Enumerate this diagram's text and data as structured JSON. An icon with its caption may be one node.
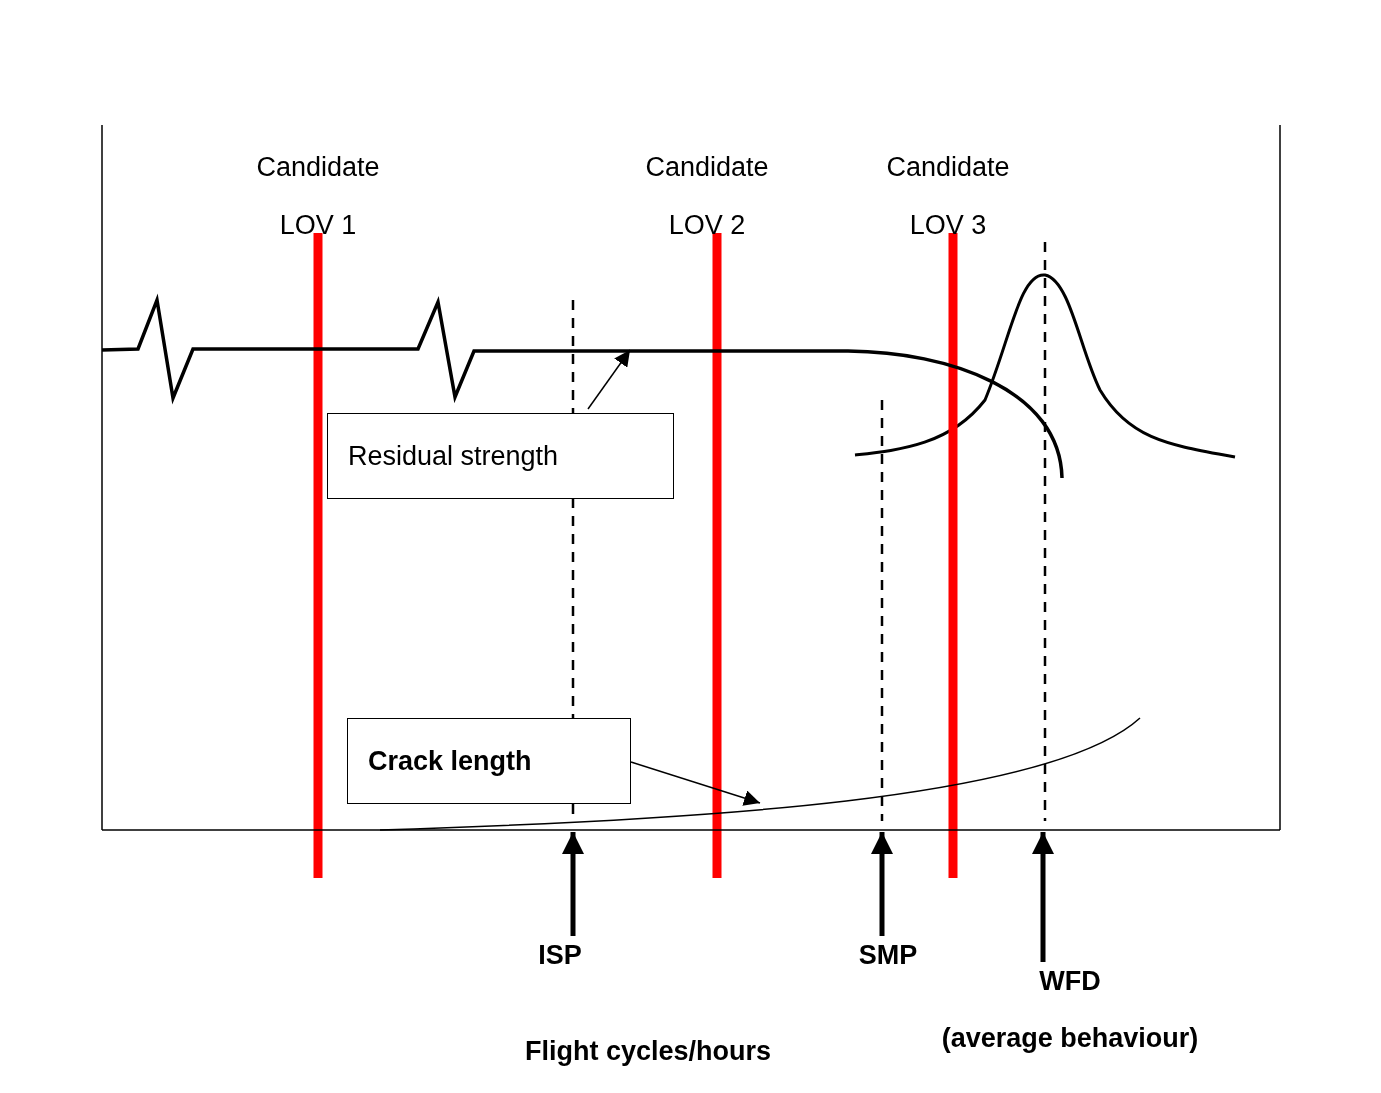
{
  "diagram": {
    "nodes": [
      {
        "text": [
          "Residual strength"
        ]
      },
      {
        "text": [
          "Crack length"
        ]
      },
      {
        "text": [
          "ISP"
        ]
      },
      {
        "text": [
          "SMP"
        ]
      },
      {
        "text": [
          "WFD",
          "(average behaviour)"
        ]
      },
      {
        "text": [],
        "shape": "curve"
      },
      {
        "text": [],
        "shape": "curve"
      },
      {
        "text": [],
        "shape": "line"
      }
    ],
    "edges": [
      {
        "from": 0,
        "to": 5,
        "arrow": "to"
      },
      {
        "from": 1,
        "to": 6,
        "arrow": "to"
      },
      {
        "from": 2,
        "to": 7,
        "arrow": "to"
      },
      {
        "from": 3,
        "to": 7,
        "arrow": "to"
      },
      {
        "from": 4,
        "to": 7,
        "arrow": "to"
      }
    ],
    "labels": [
      "Candidate LOV 1",
      "Candidate LOV 2",
      "Candidate LOV 3",
      "Flight cycles/hours"
    ]
  }
}
